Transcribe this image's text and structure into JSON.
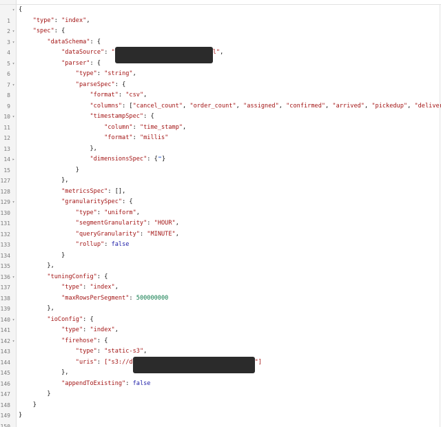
{
  "lines": [
    {
      "n": "1",
      "fold": "open"
    },
    {
      "n": "2"
    },
    {
      "n": "3",
      "fold": "open"
    },
    {
      "n": "4",
      "fold": "open"
    },
    {
      "n": "5"
    },
    {
      "n": "6",
      "fold": "open"
    },
    {
      "n": "7"
    },
    {
      "n": "8",
      "fold": "open"
    },
    {
      "n": "9"
    },
    {
      "n": "10"
    },
    {
      "n": "11",
      "fold": "open"
    },
    {
      "n": "12"
    },
    {
      "n": "13"
    },
    {
      "n": "14"
    },
    {
      "n": "15",
      "fold": "closed"
    },
    {
      "n": "127"
    },
    {
      "n": "128"
    },
    {
      "n": "129"
    },
    {
      "n": "130",
      "fold": "open"
    },
    {
      "n": "131"
    },
    {
      "n": "132"
    },
    {
      "n": "133"
    },
    {
      "n": "134"
    },
    {
      "n": "135"
    },
    {
      "n": "136"
    },
    {
      "n": "137",
      "fold": "open"
    },
    {
      "n": "138"
    },
    {
      "n": "139"
    },
    {
      "n": "140"
    },
    {
      "n": "141",
      "fold": "open"
    },
    {
      "n": "142"
    },
    {
      "n": "143",
      "fold": "open"
    },
    {
      "n": "144"
    },
    {
      "n": "145"
    },
    {
      "n": "146"
    },
    {
      "n": "147"
    },
    {
      "n": "148"
    },
    {
      "n": "149"
    },
    {
      "n": "150"
    }
  ],
  "fold_icons": {
    "open": "▾",
    "closed": "▸"
  },
  "code": {
    "brace_open": "{",
    "brace_close": "}",
    "type_key": "\"type\"",
    "type_val": "\"index\"",
    "spec_key": "\"spec\"",
    "dataSchema_key": "\"dataSchema\"",
    "dataSource_key": "\"dataSource\"",
    "dataSource_val_start": "\"",
    "dataSource_val_end": "l\"",
    "parser_key": "\"parser\"",
    "parser_type_val": "\"string\"",
    "parseSpec_key": "\"parseSpec\"",
    "format_key": "\"format\"",
    "format_val": "\"csv\"",
    "columns_key": "\"columns\"",
    "columns_vals": [
      "\"cancel_count\"",
      "\"order_count\"",
      "\"assigned\"",
      "\"confirmed\"",
      "\"arrived\"",
      "\"pickedup\"",
      "\"delivered"
    ],
    "timestampSpec_key": "\"timestampSpec\"",
    "column_key": "\"column\"",
    "column_val": "\"time_stamp\"",
    "ts_format_val": "\"millis\"",
    "dimensionsSpec_key": "\"dimensionsSpec\"",
    "dimensionsSpec_fold": "↔",
    "metricsSpec_key": "\"metricsSpec\"",
    "metricsSpec_val": "[]",
    "granularitySpec_key": "\"granularitySpec\"",
    "uniform_val": "\"uniform\"",
    "segmentGranularity_key": "\"segmentGranularity\"",
    "segmentGranularity_val": "\"HOUR\"",
    "queryGranularity_key": "\"queryGranularity\"",
    "queryGranularity_val": "\"MINUTE\"",
    "rollup_key": "\"rollup\"",
    "false_val": "false",
    "tuningConfig_key": "\"tuningConfig\"",
    "maxRowsPerSegment_key": "\"maxRowsPerSegment\"",
    "maxRowsPerSegment_val": "500000000",
    "ioConfig_key": "\"ioConfig\"",
    "firehose_key": "\"firehose\"",
    "static_s3_val": "\"static-s3\"",
    "uris_key": "\"uris\"",
    "uris_val_start": "[\"s3://d",
    "uris_val_end": "\"]",
    "appendToExisting_key": "\"appendToExisting\""
  },
  "colors": {
    "string": "#a31515",
    "number": "#0b7a4a",
    "boolean": "#1a1aa6",
    "gutter_bg": "#f4f4f4",
    "redaction": "#2b2b2b"
  }
}
